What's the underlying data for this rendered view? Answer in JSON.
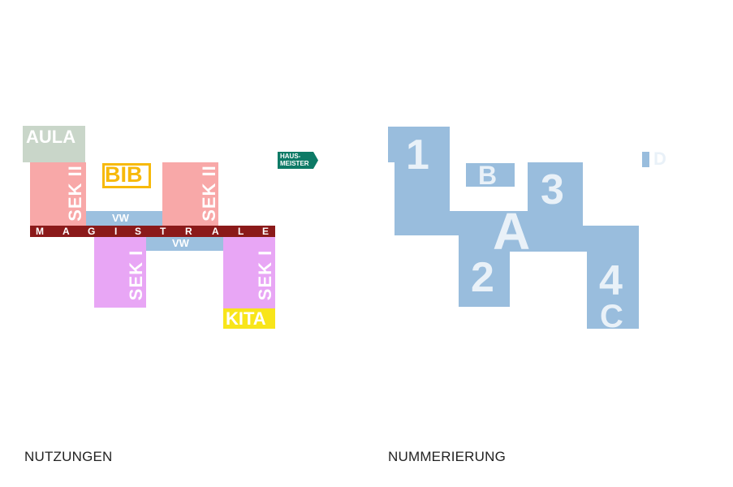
{
  "left_diagram": {
    "caption": "NUTZUNGEN",
    "aula": "AULA",
    "bib": "BIB",
    "hausmeister_line1": "HAUS-",
    "hausmeister_line2": "MEISTER",
    "sek2_a": "SEK II",
    "sek2_b": "SEK II",
    "vw_top": "VW",
    "vw_bottom": "VW",
    "magistrale": [
      "M",
      "A",
      "G",
      "I",
      "S",
      "T",
      "R",
      "A",
      "L",
      "E"
    ],
    "sek1_a": "SEK I",
    "sek1_b": "SEK I",
    "kita": "KITA"
  },
  "right_diagram": {
    "caption": "NUMMERIERUNG",
    "n1": "1",
    "n2": "2",
    "n3": "3",
    "n4": "4",
    "a": "A",
    "b": "B",
    "c": "C",
    "d": "D"
  },
  "colors": {
    "aula": "#c9d6c9",
    "bib": "#f7b90a",
    "sek2": "#f8a8a8",
    "vw": "#9cc0df",
    "magistrale": "#8b1a1a",
    "sek1": "#e8a6f5",
    "kita": "#f8e51a",
    "hausmeister": "#0d7a66",
    "numbering": "#99bddd"
  }
}
